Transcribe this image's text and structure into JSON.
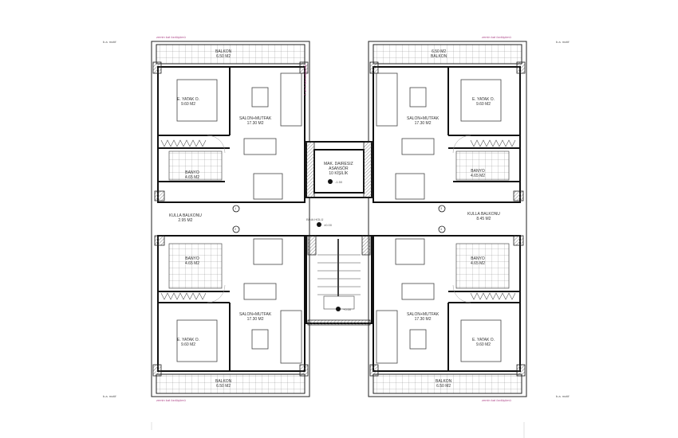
{
  "drawing": {
    "type": "architectural floor plan",
    "notes": {
      "ground_outline": "zemin kat özdüşümü",
      "upper_floors": "2. ve 3. kat özdüşümü",
      "ba_wall": "b.a. motif"
    },
    "core": {
      "elevator": {
        "line1": "MAK. DAIRESIZ",
        "line2": "ASANSÖR",
        "line3": "10 KİŞİLİK",
        "level": "-1.50"
      },
      "hall": {
        "name": "BİNA HOLÜ",
        "level": "±0.00"
      },
      "stair_level": "+0.00"
    },
    "units": [
      {
        "id": "top-left",
        "balkon": {
          "name": "BALKON",
          "area": "6.50 M2"
        },
        "bedroom": {
          "name": "E. YATAK O.",
          "area": "9.60 M2"
        },
        "salon": {
          "name": "SALON+MUTFAK",
          "area": "17.30 M2"
        },
        "banyo": {
          "name": "BANYO",
          "area": "4.65 M2"
        },
        "kulla_balkon": {
          "name": "KULLA BALKONU",
          "area": "2.95 M2"
        }
      },
      {
        "id": "top-right",
        "balkon": {
          "name": "BALKON",
          "area": "6.50 M2"
        },
        "bedroom": {
          "name": "E. YATAK O.",
          "area": "9.60 M2"
        },
        "salon": {
          "name": "SALON+MUTFAK",
          "area": "17.30 M2"
        },
        "banyo": {
          "name": "BANYO",
          "area": "4.65 M2"
        },
        "kulla_balkon": {
          "name": "KULLA BALKONU",
          "area": "8.45 M2"
        }
      },
      {
        "id": "bottom-left",
        "balkon": {
          "name": "BALKON",
          "area": "6.50 M2"
        },
        "bedroom": {
          "name": "E. YATAK O.",
          "area": "9.60 M2"
        },
        "salon": {
          "name": "SALON+MUTFAK",
          "area": "17.30 M2"
        },
        "banyo": {
          "name": "BANYO",
          "area": "4.65 M2"
        }
      },
      {
        "id": "bottom-right",
        "balkon": {
          "name": "BALKON",
          "area": "6.50 M2"
        },
        "bedroom": {
          "name": "E. YATAK O.",
          "area": "9.60 M2"
        },
        "salon": {
          "name": "SALON+MUTFAK",
          "area": "17.30 M2"
        },
        "banyo": {
          "name": "BANYO",
          "area": "4.65 M2"
        }
      }
    ],
    "section_markers": [
      "1",
      "2",
      "3",
      "4"
    ]
  }
}
